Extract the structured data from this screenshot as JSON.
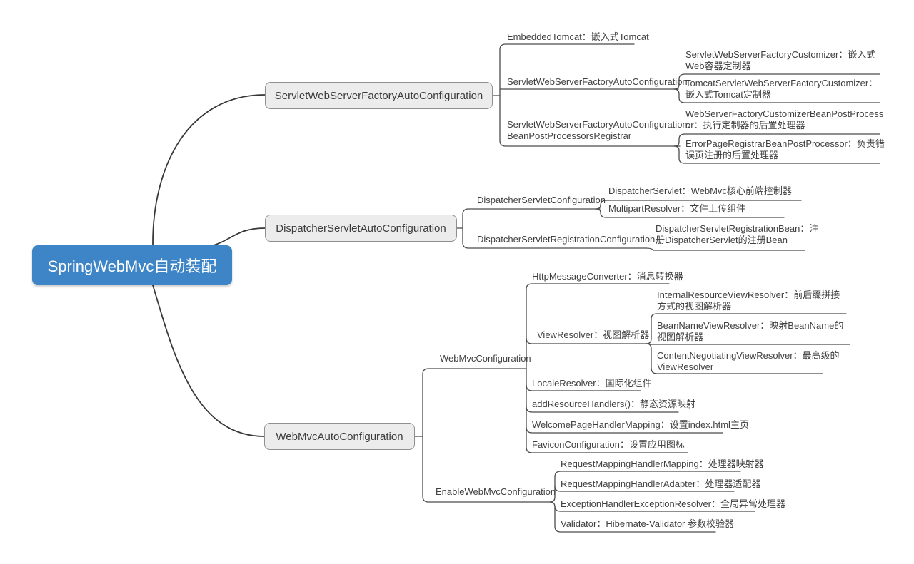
{
  "colors": {
    "root_bg": "#3d85c6",
    "root_text": "#ffffff",
    "branch_bg": "#ececec",
    "branch_border": "#8f8f8f",
    "branch_text": "#3c3c3c",
    "node_text": "#3f3f3f",
    "line": "#4a4a4a",
    "canvas_bg": "#ffffff"
  },
  "tree": {
    "root": {
      "label": "SpringWebMvc自动装配"
    },
    "branches": [
      {
        "label": "ServletWebServerFactoryAutoConfiguration",
        "children": [
          {
            "label": "EmbeddedTomcat：嵌入式Tomcat",
            "children": []
          },
          {
            "label": "ServletWebServerFactoryAutoConfiguration",
            "children": [
              {
                "label": "ServletWebServerFactoryCustomizer：嵌入式Web容器定制器"
              },
              {
                "label": "TomcatServletWebServerFactoryCustomizer：嵌入式Tomcat定制器"
              }
            ]
          },
          {
            "label": "ServletWebServerFactoryAutoConfiguration.​BeanPostProcessorsRegistrar",
            "children": [
              {
                "label": "WebServerFactoryCustomizerBeanPostProcessor：执行定制器的后置处理器"
              },
              {
                "label": "ErrorPageRegistrarBeanPostProcessor：负责错误页注册的后置处理器"
              }
            ]
          }
        ]
      },
      {
        "label": "DispatcherServletAutoConfiguration",
        "children": [
          {
            "label": "DispatcherServletConfiguration",
            "children": [
              {
                "label": "DispatcherServlet：WebMvc核心前端控制器"
              },
              {
                "label": "MultipartResolver：文件上传组件"
              }
            ]
          },
          {
            "label": "DispatcherServletRegistrationConfiguration",
            "children": [
              {
                "label": "DispatcherServletRegistrationBean：注册DispatcherServlet的注册Bean"
              }
            ]
          }
        ]
      },
      {
        "label": "WebMvcAutoConfiguration",
        "children": [
          {
            "label": "WebMvcConfiguration",
            "children": [
              {
                "label": "HttpMessageConverter：消息转换器"
              },
              {
                "label": "ViewResolver：视图解析器",
                "children": [
                  {
                    "label": "InternalResourceViewResolver：前后缀拼接方式的视图解析器"
                  },
                  {
                    "label": "BeanNameViewResolver：映射BeanName的视图解析器"
                  },
                  {
                    "label": "ContentNegotiatingViewResolver：最高级的ViewResolver"
                  }
                ]
              },
              {
                "label": "LocaleResolver：国际化组件"
              },
              {
                "label": "addResourceHandlers()：静态资源映射"
              },
              {
                "label": "WelcomePageHandlerMapping：设置index.html主页"
              },
              {
                "label": "FaviconConfiguration：设置应用图标"
              }
            ]
          },
          {
            "label": "EnableWebMvcConfiguration",
            "children": [
              {
                "label": "RequestMappingHandlerMapping：处理器映射器"
              },
              {
                "label": "RequestMappingHandlerAdapter：处理器适配器"
              },
              {
                "label": "ExceptionHandlerExceptionResolver：全局异常处理器"
              },
              {
                "label": "Validator：Hibernate-Validator 参数校验器"
              }
            ]
          }
        ]
      }
    ]
  }
}
